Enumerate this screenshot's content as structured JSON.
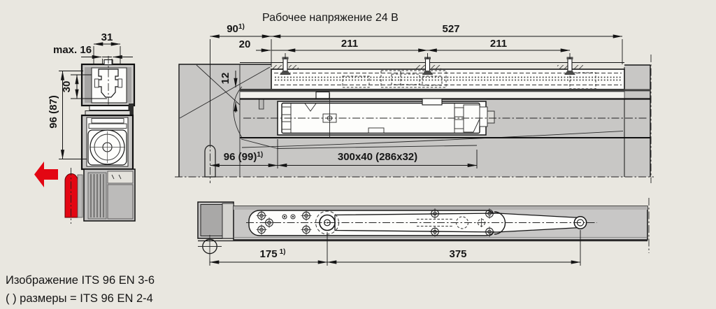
{
  "title_note": "Рабочее напряжение 24 В",
  "caption": {
    "line1": "Изображение ITS 96 EN 3-6",
    "line2": "( ) размеры = ITS 96 EN 2-4"
  },
  "footnote_marker": "1)",
  "dimensions": {
    "channel_width": "31",
    "max_adjustment": "max. 16",
    "channel_height": "30",
    "overall_height": "96 (87)",
    "hinge_side_offset": "90",
    "rail_length": "527",
    "first_fixing_offset": "20",
    "fixing_spacing_a": "211",
    "fixing_spacing_b": "211",
    "top_gap": "12",
    "spindle_backset": "96 (99)",
    "door_cutout": "300x40 (286x32)",
    "pivot_distance": "175",
    "arm_length": "375"
  },
  "colors": {
    "background": "#e9e7e0",
    "drawing_gray": "#c8c7c5",
    "accent_red": "#e30613",
    "line": "#1a1a1a"
  }
}
